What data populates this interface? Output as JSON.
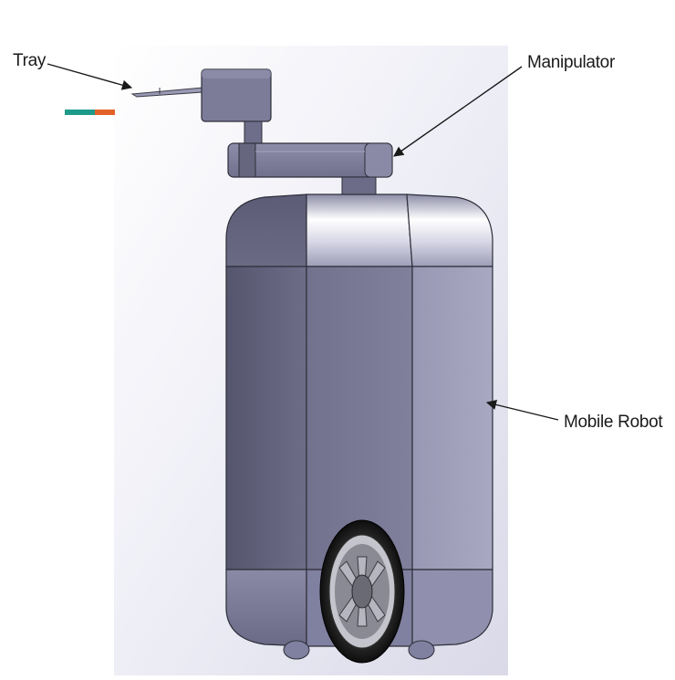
{
  "labels": {
    "tray": "Tray",
    "manipulator": "Manipulator",
    "mobile_robot": "Mobile Robot"
  },
  "colors": {
    "tray_strip_left": "#1e9a8a",
    "tray_strip_right": "#e2622a",
    "body": "#7a7a96",
    "body_dark": "#5e5e78",
    "body_light": "#a6a6c0",
    "outline": "#2e2e3a",
    "backdrop": "#e6e6f2"
  }
}
